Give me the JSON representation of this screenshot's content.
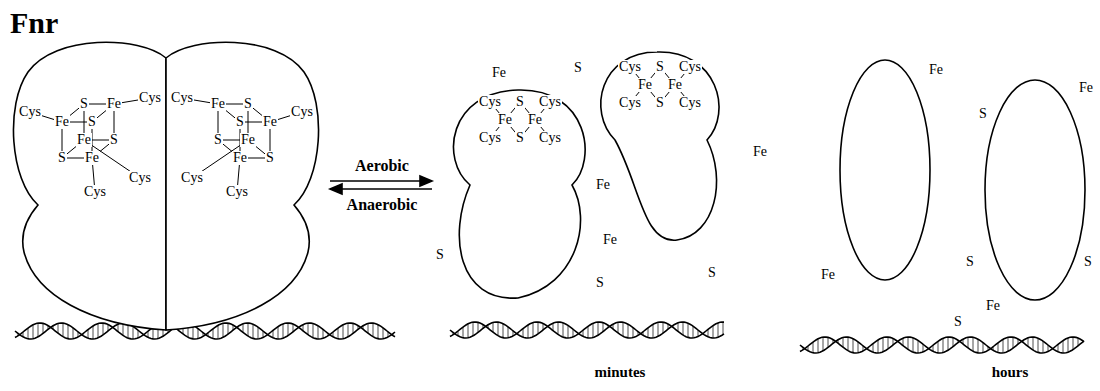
{
  "diagram": {
    "title": "Fnr",
    "labels": [
      "Cys",
      "Cys",
      "Cys",
      "Cys",
      "S",
      "Fe",
      "Fe",
      "S",
      "Fe",
      "S",
      "S",
      "Fe",
      "Cys",
      "Cys",
      "Cys",
      "Cys",
      "S",
      "Fe",
      "Fe",
      "S",
      "Fe",
      "S",
      "S",
      "Fe",
      "Aerobic",
      "Anaerobic",
      "Cys",
      "S",
      "Cys",
      "Fe",
      "Fe",
      "Cys",
      "S",
      "Cys",
      "Cys",
      "S",
      "Cys",
      "Fe",
      "Fe",
      "Cys",
      "S",
      "Cys",
      "Fe",
      "S",
      "Fe",
      "Fe",
      "S",
      "Fe",
      "S",
      "S",
      "minutes",
      "Fe",
      "Fe",
      "S",
      "Fe",
      "S",
      "S",
      "S",
      "Fe",
      "hours"
    ]
  }
}
